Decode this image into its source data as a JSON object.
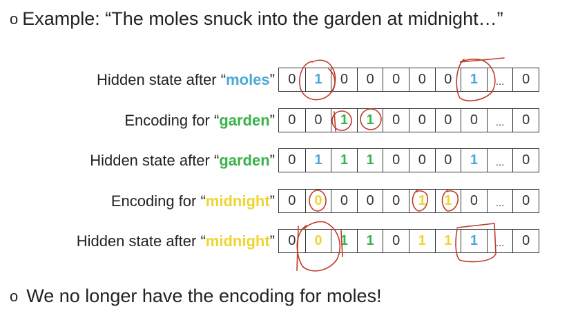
{
  "bullets": [
    {
      "mark": "o",
      "text": "Example: “The moles snuck into the garden at midnight…”"
    },
    {
      "mark": "o",
      "text": "We no longer have the encoding for moles!"
    }
  ],
  "rows": [
    {
      "label_prefix": "Hidden state after “",
      "word": "moles",
      "word_color": "blue",
      "label_suffix": "”",
      "cells": [
        {
          "v": "0",
          "c": ""
        },
        {
          "v": "1",
          "c": "blue"
        },
        {
          "v": "0",
          "c": ""
        },
        {
          "v": "0",
          "c": ""
        },
        {
          "v": "0",
          "c": ""
        },
        {
          "v": "0",
          "c": ""
        },
        {
          "v": "0",
          "c": ""
        },
        {
          "v": "1",
          "c": "blue"
        },
        {
          "v": "...",
          "c": "ell"
        },
        {
          "v": "0",
          "c": ""
        }
      ]
    },
    {
      "label_prefix": "Encoding for “",
      "word": "garden",
      "word_color": "green",
      "label_suffix": "”",
      "cells": [
        {
          "v": "0",
          "c": ""
        },
        {
          "v": "0",
          "c": ""
        },
        {
          "v": "1",
          "c": "green"
        },
        {
          "v": "1",
          "c": "green"
        },
        {
          "v": "0",
          "c": ""
        },
        {
          "v": "0",
          "c": ""
        },
        {
          "v": "0",
          "c": ""
        },
        {
          "v": "0",
          "c": ""
        },
        {
          "v": "...",
          "c": "ell"
        },
        {
          "v": "0",
          "c": ""
        }
      ]
    },
    {
      "label_prefix": "Hidden state after “",
      "word": "garden",
      "word_color": "green",
      "label_suffix": "”",
      "cells": [
        {
          "v": "0",
          "c": ""
        },
        {
          "v": "1",
          "c": "blue"
        },
        {
          "v": "1",
          "c": "green"
        },
        {
          "v": "1",
          "c": "green"
        },
        {
          "v": "0",
          "c": ""
        },
        {
          "v": "0",
          "c": ""
        },
        {
          "v": "0",
          "c": ""
        },
        {
          "v": "1",
          "c": "blue"
        },
        {
          "v": "...",
          "c": "ell"
        },
        {
          "v": "0",
          "c": ""
        }
      ]
    },
    {
      "label_prefix": "Encoding for “",
      "word": "midnight",
      "word_color": "yellow",
      "label_suffix": "”",
      "cells": [
        {
          "v": "0",
          "c": ""
        },
        {
          "v": "0",
          "c": "yellow"
        },
        {
          "v": "0",
          "c": ""
        },
        {
          "v": "0",
          "c": ""
        },
        {
          "v": "0",
          "c": ""
        },
        {
          "v": "1",
          "c": "yellow"
        },
        {
          "v": "1",
          "c": "yellow"
        },
        {
          "v": "0",
          "c": ""
        },
        {
          "v": "...",
          "c": "ell"
        },
        {
          "v": "0",
          "c": ""
        }
      ]
    },
    {
      "label_prefix": "Hidden state after “",
      "word": "midnight",
      "word_color": "yellow",
      "label_suffix": "”",
      "cells": [
        {
          "v": "0",
          "c": ""
        },
        {
          "v": "0",
          "c": "yellow"
        },
        {
          "v": "1",
          "c": "green"
        },
        {
          "v": "1",
          "c": "green"
        },
        {
          "v": "0",
          "c": ""
        },
        {
          "v": "1",
          "c": "yellow"
        },
        {
          "v": "1",
          "c": "yellow"
        },
        {
          "v": "1",
          "c": "blue"
        },
        {
          "v": "...",
          "c": "ell"
        },
        {
          "v": "0",
          "c": ""
        }
      ]
    }
  ],
  "colors": {
    "blue": "#4aa8d8",
    "green": "#38b24a",
    "yellow": "#f0d530",
    "annotation": "#c0392b",
    "text": "#222222"
  }
}
